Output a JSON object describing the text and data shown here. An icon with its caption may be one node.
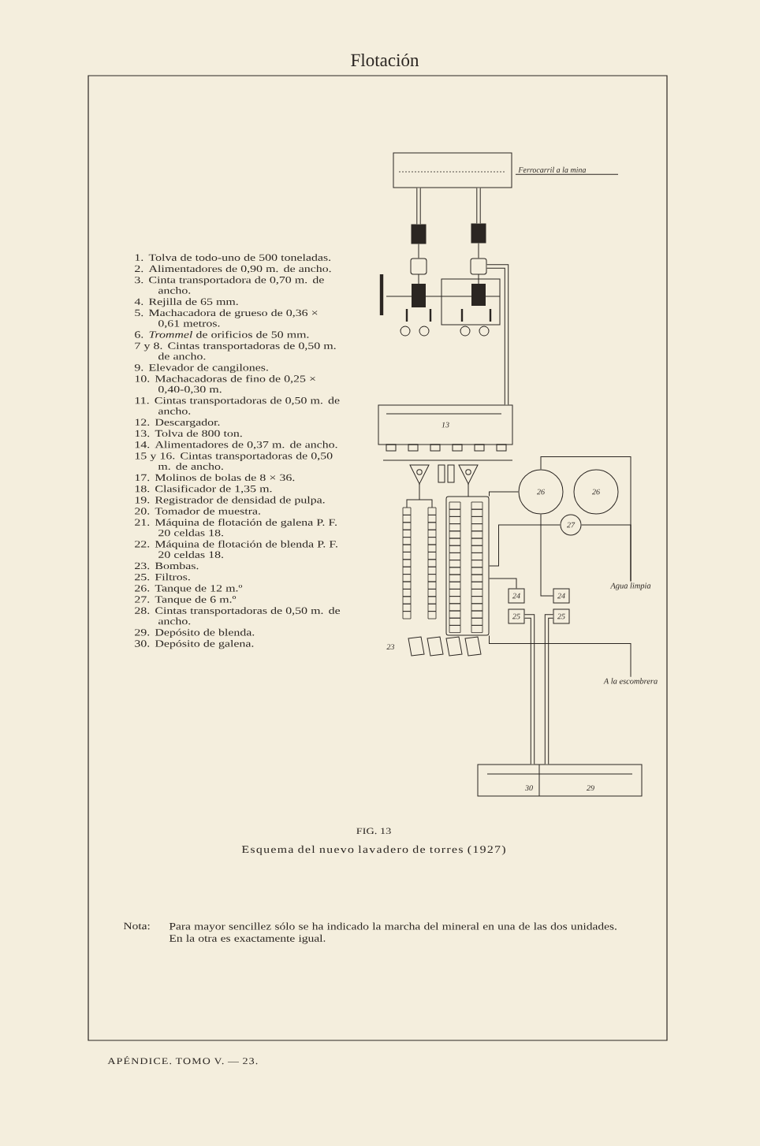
{
  "diagram": {
    "title": "Flotación",
    "caption": "Esquema del nuevo lavadero de torres (1927)",
    "nodes": [
      {
        "text": [],
        "shape": "box",
        "beside": [
          "Ferrocarril a la mina"
        ]
      },
      {
        "text": [],
        "shape": "box"
      },
      {
        "text": [],
        "shape": "box"
      },
      {
        "text": [],
        "shape": "box"
      },
      {
        "text": [],
        "shape": "box"
      },
      {
        "text": [
          "13"
        ]
      },
      {
        "text": [],
        "shape": "box"
      },
      {
        "text": [
          "26"
        ]
      },
      {
        "text": [
          "26"
        ]
      },
      {
        "text": [
          "27"
        ]
      },
      {
        "text": [
          "24"
        ]
      },
      {
        "text": [
          "25"
        ]
      },
      {
        "text": [
          "24"
        ]
      },
      {
        "text": [
          "25"
        ]
      },
      {
        "text": [
          "30",
          "29"
        ]
      },
      {
        "text": [
          "Agua limpia"
        ]
      },
      {
        "text": [
          "A la escombrera"
        ]
      }
    ],
    "edges": [
      {
        "from": 0,
        "to": 1,
        "arrow": "none",
        "style": "thick"
      },
      {
        "from": 0,
        "to": 2,
        "arrow": "none",
        "style": "thick"
      },
      {
        "from": 1,
        "to": 3,
        "arrow": "none"
      },
      {
        "from": 2,
        "to": 4,
        "arrow": "none"
      },
      {
        "from": 4,
        "to": 5,
        "arrow": "none",
        "style": "thick"
      },
      {
        "from": 6,
        "to": 7,
        "arrow": "none"
      },
      {
        "from": 6,
        "to": 9,
        "arrow": "none"
      },
      {
        "from": 6,
        "to": 10,
        "arrow": "none"
      },
      {
        "from": 7,
        "to": 15,
        "arrow": "none"
      },
      {
        "from": 9,
        "to": 15,
        "arrow": "none"
      },
      {
        "from": 7,
        "to": 12,
        "arrow": "none"
      },
      {
        "from": 11,
        "to": 14,
        "arrow": "none",
        "style": "thick"
      },
      {
        "from": 13,
        "to": 14,
        "arrow": "none",
        "style": "thick"
      },
      {
        "from": 6,
        "to": 16,
        "arrow": "none"
      }
    ],
    "labels": [
      "1. Tolva de todo-uno de 500 toneladas.",
      "2. Alimentadores de 0,90 m. de ancho.",
      "3. Cinta transportadora de 0,70 m. de ancho.",
      "4. Rejilla de 65 mm.",
      "5. Machacadora de grueso de 0,36 × 0,61 metros.",
      "6. *Trommel* de orificios de 50 mm.",
      "7 y 8. Cintas transportadoras de 0,50 m. de ancho.",
      "9. Elevador de cangilones.",
      "10. Machacadoras de fino de 0,25 × 0,40-0,30 m.",
      "11. Cintas transportadoras de 0,50 m. de ancho.",
      "12. Descargador.",
      "13. Tolva de 800 ton.",
      "14. Alimentadores de 0,37 m. de ancho.",
      "15 y 16. Cintas transportadoras de 0,50 m. de ancho.",
      "17. Molinos de bolas de 8 × 36.",
      "18. Clasificador de 1,35 m.",
      "19. Registrador de densidad de pulpa.",
      "20. Tomador de muestra.",
      "21. Máquina de flotación de galena P. F. 20 celdas 18.",
      "22. Máquina de flotación de blenda P. F. 20 celdas 18.",
      "23. Bombas.",
      "25. Filtros.",
      "26. Tanque de 12 m.º",
      "27. Tanque de 6 m.º",
      "28. Cintas transportadoras de 0,50 m. de ancho.",
      "29. Depósito de blenda.",
      "30. Depósito de galena.",
      "23",
      "FIG. 13",
      "Nota:",
      "Para mayor sencillez sólo se ha indicado la marcha del mineral en una de las dos unidades. En la otra es exactamente igual.",
      "APÉNDICE. TOMO V. — 23."
    ]
  }
}
